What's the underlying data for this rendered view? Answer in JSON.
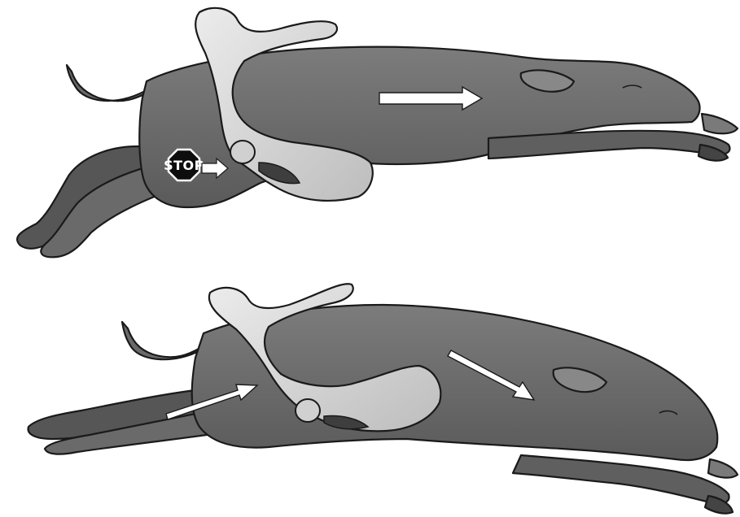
{
  "panels": [
    {
      "id": "top",
      "stop_sign": {
        "label": "STOP",
        "bg": "#0d0d0d",
        "border": "#ffffff"
      },
      "arrows": 2
    },
    {
      "id": "bottom",
      "arrows": 2
    }
  ],
  "colors": {
    "calf_body": "#6f6f6f",
    "calf_shadow": "#4c4c4c",
    "calf_highlight": "#8a8a8a",
    "pelvis_bone": "#dcdcdc",
    "pelvis_shadow": "#b5b5b5",
    "arrow_fill": "#ffffff",
    "outline": "#1a1a1a"
  },
  "icons": [
    "stop-sign-icon",
    "arrow-right-icon"
  ]
}
